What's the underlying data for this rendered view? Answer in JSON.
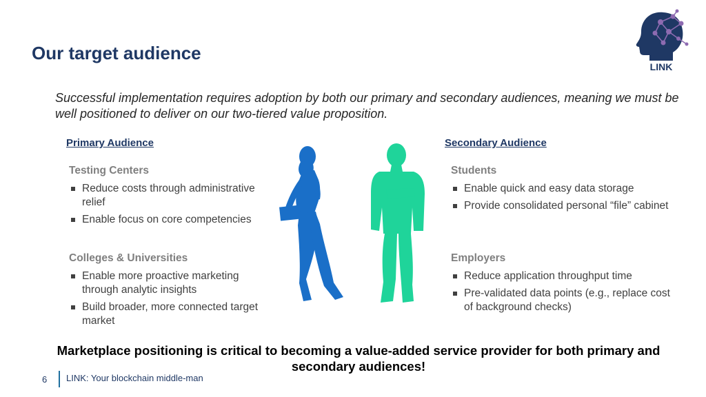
{
  "slide": {
    "title": "Our target audience",
    "intro": "Successful implementation requires adoption by both our primary and secondary audiences, meaning we must be well positioned to deliver on our two-tiered value proposition.",
    "closing": "Marketplace positioning is critical to becoming a value-added service provider for both primary and secondary audiences!"
  },
  "logo": {
    "text": "LINK",
    "icon": "head-network-logo",
    "color": "#1f3864",
    "accent": "#8e6bb1"
  },
  "primary": {
    "heading": "Primary Audience",
    "groups": [
      {
        "title": "Testing Centers",
        "items": [
          "Reduce costs through administrative relief",
          "Enable focus on core competencies"
        ]
      },
      {
        "title": "Colleges & Universities",
        "items": [
          "Enable more proactive marketing through analytic insights",
          "Build broader, more connected target market"
        ]
      }
    ]
  },
  "secondary": {
    "heading": "Secondary Audience",
    "groups": [
      {
        "title": "Students",
        "items": [
          "Enable quick and easy data storage",
          "Provide consolidated personal “file” cabinet"
        ]
      },
      {
        "title": "Employers",
        "items": [
          "Reduce application throughput time",
          "Pre-validated data points (e.g., replace cost of background checks)"
        ]
      }
    ]
  },
  "figures": {
    "woman_icon": "businesswoman-silhouette-icon",
    "man_icon": "businessman-silhouette-icon",
    "woman_color": "#1a6fc8",
    "man_color": "#1fd49a"
  },
  "footer": {
    "page_number": "6",
    "text": "LINK: Your blockchain middle-man"
  }
}
